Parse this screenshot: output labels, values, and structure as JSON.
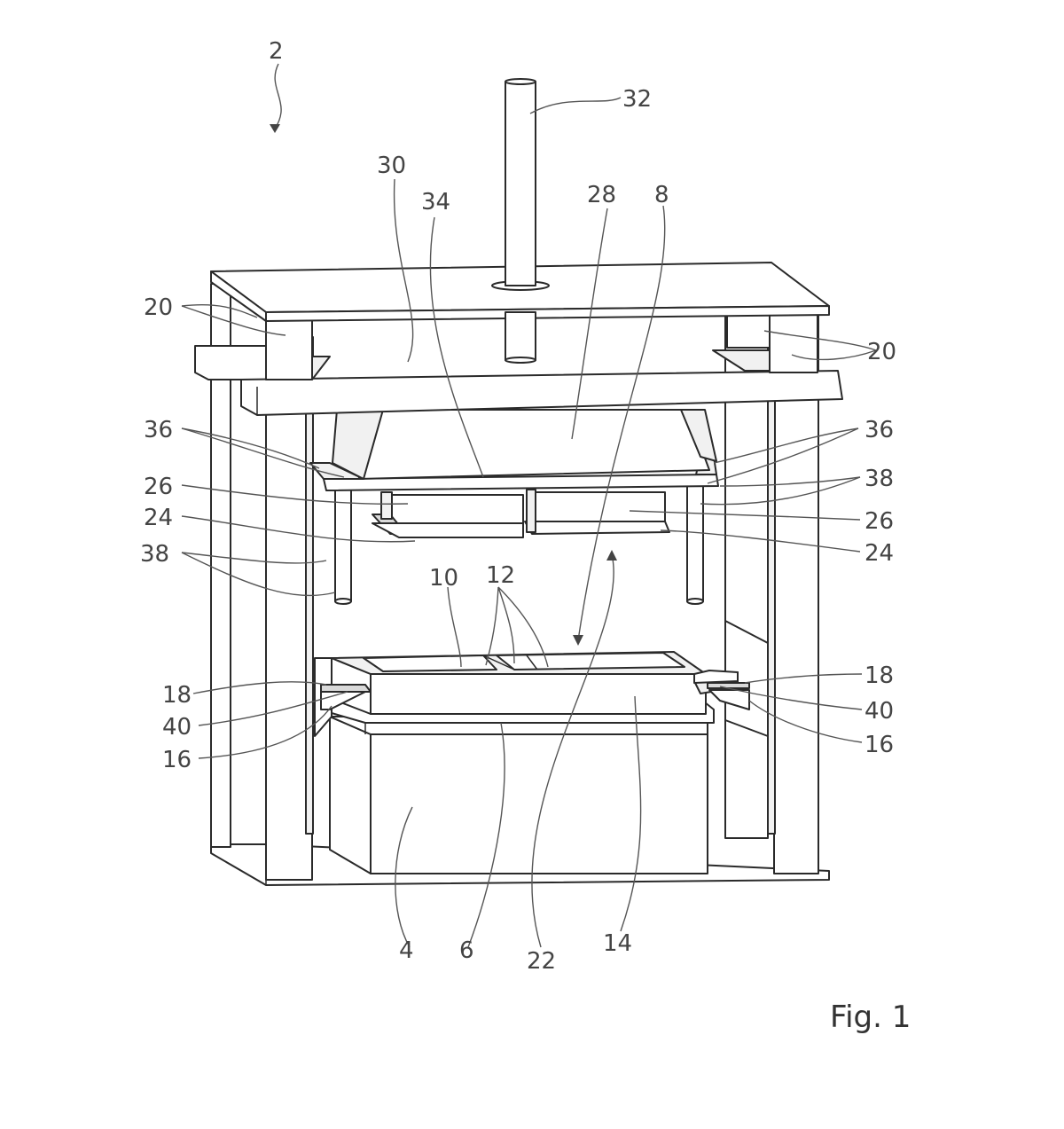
{
  "figure": {
    "caption": "Fig. 1"
  },
  "reference_numerals": {
    "n2": "2",
    "n4": "4",
    "n6": "6",
    "n8": "8",
    "n10": "10",
    "n12": "12",
    "n14": "14",
    "n16": "16",
    "n18": "18",
    "n20": "20",
    "n22": "22",
    "n24": "24",
    "n26": "26",
    "n28": "28",
    "n30": "30",
    "n32": "32",
    "n34": "34",
    "n36": "36",
    "n38": "38",
    "n40": "40"
  }
}
